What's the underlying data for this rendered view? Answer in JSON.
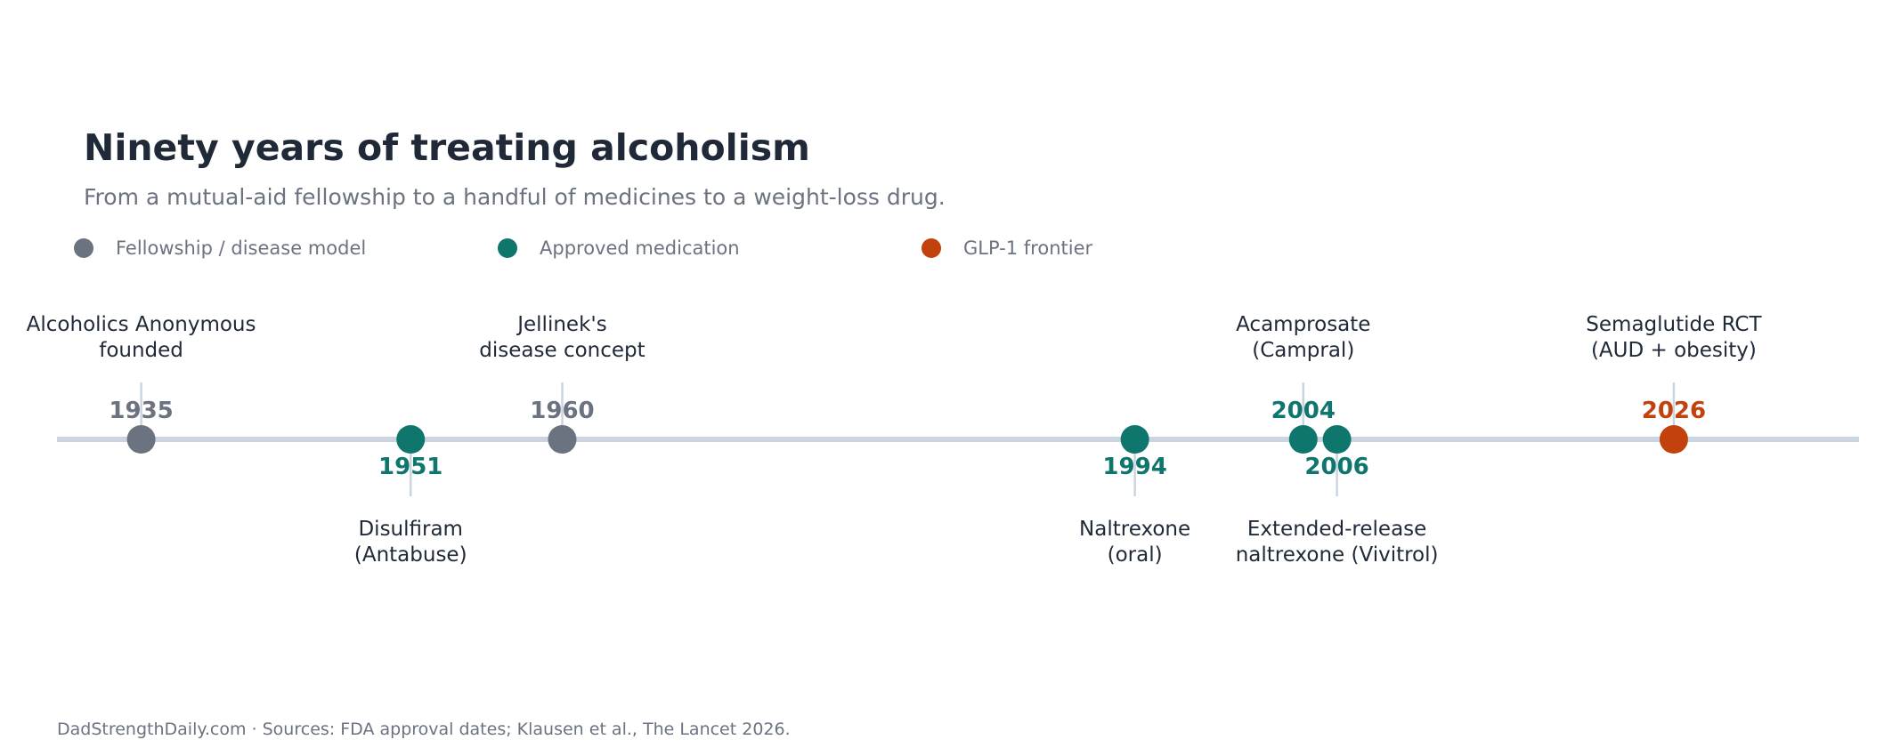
{
  "title": "Ninety years of treating alcoholism",
  "subtitle": "From a mutual-aid fellowship to a handful of medicines to a weight-loss drug.",
  "source": "DadStrengthDaily.com  ·  Sources: FDA approval dates; Klausen et al., The Lancet 2026.",
  "colors": {
    "fellowship": "#6b7280",
    "medication": "#0f766e",
    "glp1": "#c2410c",
    "axis": "#cbd5e1",
    "stem": "#cbd5e1"
  },
  "chart_data": {
    "type": "timeline",
    "xlim": [
      1930,
      2037
    ],
    "categories": [
      {
        "key": "fellowship",
        "name": "Fellowship / disease model"
      },
      {
        "key": "medication",
        "name": "Approved medication"
      },
      {
        "key": "glp1",
        "name": "GLP-1 frontier"
      }
    ],
    "events": [
      {
        "year": 1935,
        "year_label": "1935",
        "category": "fellowship",
        "side": "above",
        "label": [
          "Alcoholics Anonymous",
          "founded"
        ]
      },
      {
        "year": 1951,
        "year_label": "1951",
        "category": "medication",
        "side": "below",
        "label": [
          "Disulfiram",
          "(Antabuse)"
        ]
      },
      {
        "year": 1960,
        "year_label": "1960",
        "category": "fellowship",
        "side": "above",
        "label": [
          "Jellinek's",
          "disease concept"
        ]
      },
      {
        "year": 1994,
        "year_label": "1994",
        "category": "medication",
        "side": "below",
        "label": [
          "Naltrexone",
          "(oral)"
        ]
      },
      {
        "year": 2004,
        "year_label": "2004",
        "category": "medication",
        "side": "above",
        "label": [
          "Acamprosate",
          "(Campral)"
        ]
      },
      {
        "year": 2006,
        "year_label": "2006",
        "category": "medication",
        "side": "below",
        "label": [
          "Extended-release",
          "naltrexone (Vivitrol)"
        ]
      },
      {
        "year": 2026,
        "year_label": "2026",
        "category": "glp1",
        "side": "above",
        "label": [
          "Semaglutide RCT",
          "(AUD + obesity)"
        ]
      }
    ]
  }
}
